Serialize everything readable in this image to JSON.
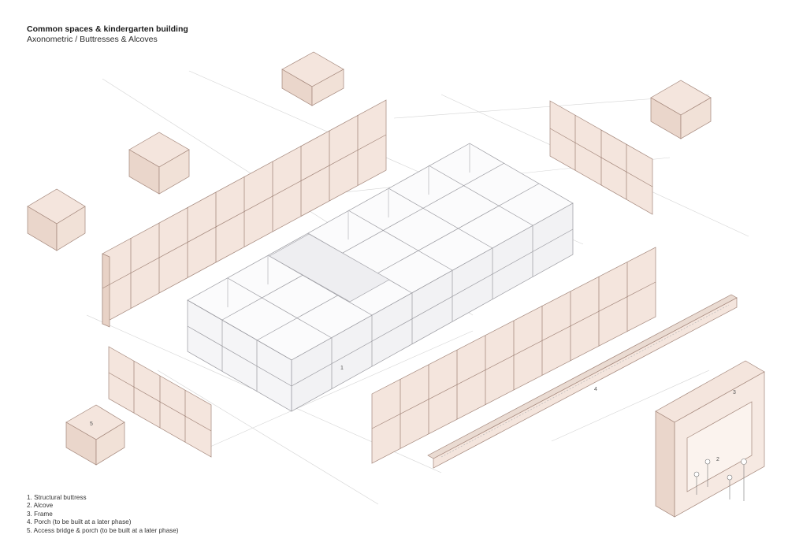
{
  "title": "Common spaces & kindergarten building",
  "subtitle": "Axonometric / Buttresses & Alcoves",
  "legend": [
    "1. Structural buttress",
    "2. Alcove",
    "3. Frame",
    "4. Porch (to be built at a later phase)",
    "5. Access bridge & porch (to be built at a later phase)"
  ],
  "callouts": {
    "frame_building": "1",
    "alcove": "2",
    "frame_detail": "3",
    "porch": "4",
    "access_bridge": "5"
  },
  "colors": {
    "timber_fill": "#f4e5dd",
    "timber_stroke": "#a28579",
    "frame_stroke": "#9a9aa0",
    "guide_line": "#c9c9c9",
    "text": "#222222"
  }
}
